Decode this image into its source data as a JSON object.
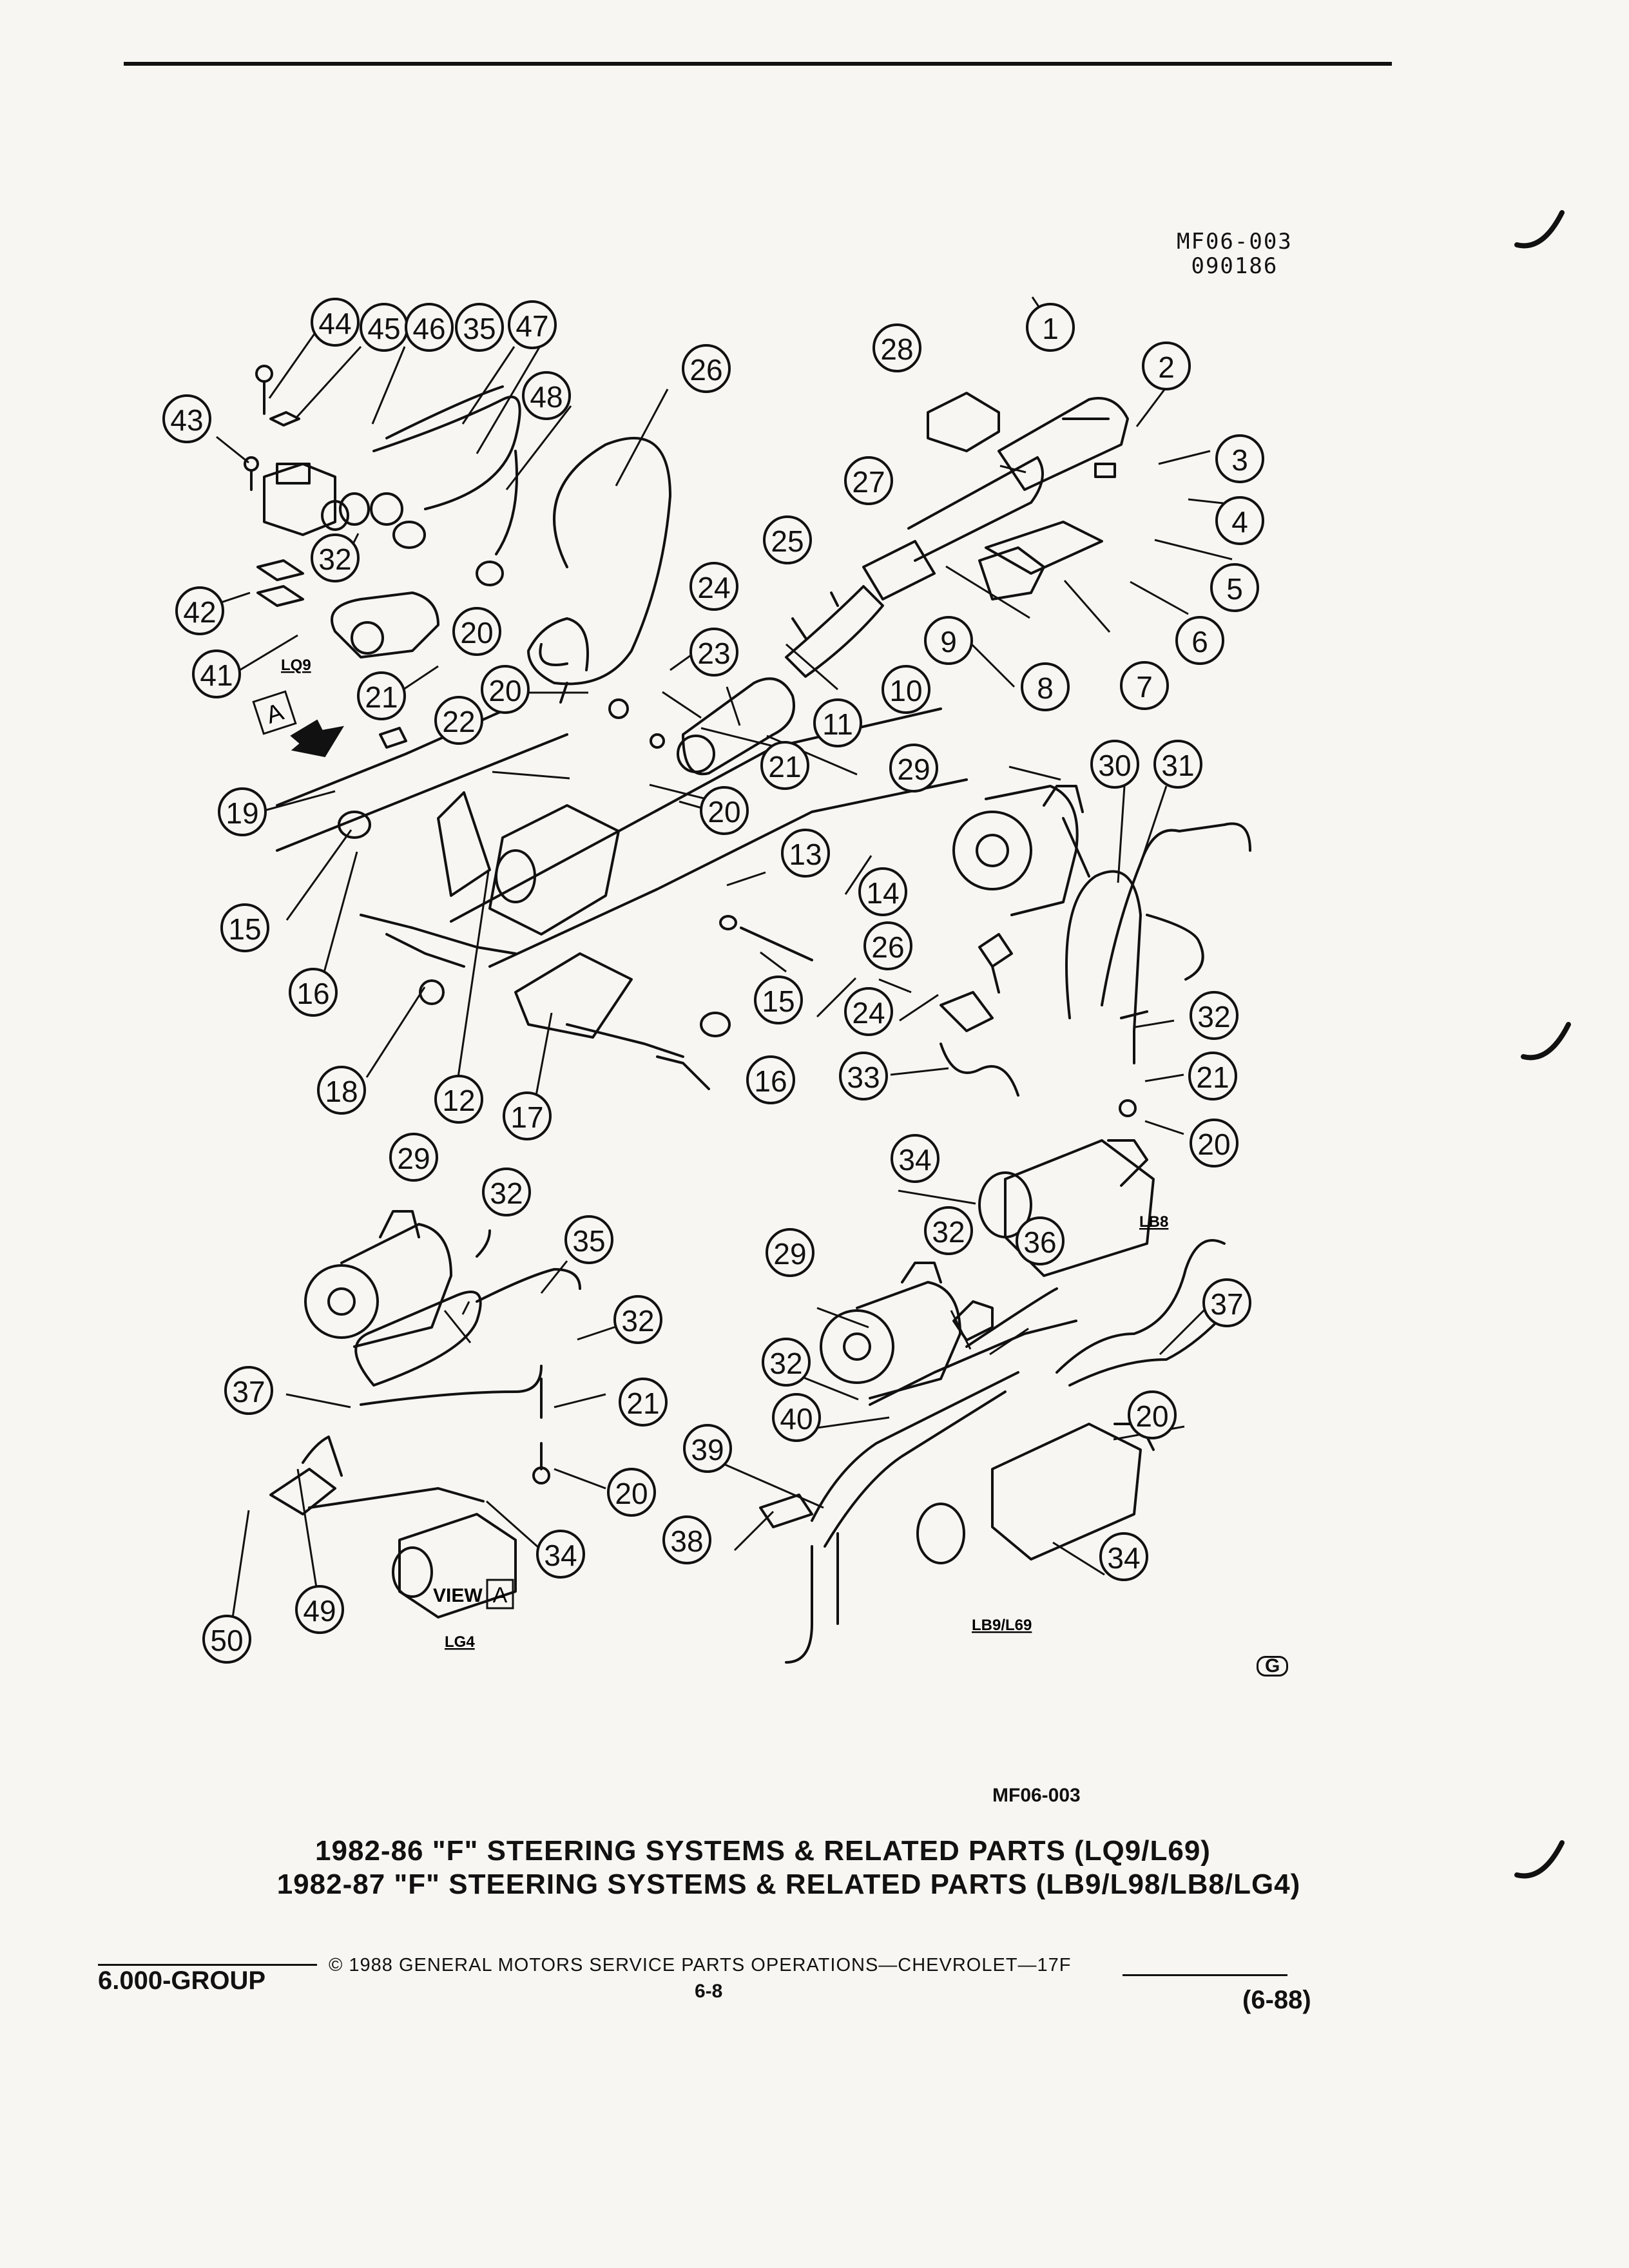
{
  "header": {
    "drawing_code": "MF06-003",
    "date_code": "090186"
  },
  "diagram": {
    "callouts": [
      "1",
      "2",
      "3",
      "4",
      "5",
      "6",
      "7",
      "8",
      "9",
      "10",
      "11",
      "12",
      "13",
      "14",
      "15",
      "16",
      "17",
      "18",
      "19",
      "20",
      "21",
      "22",
      "23",
      "24",
      "25",
      "26",
      "27",
      "28",
      "29",
      "30",
      "31",
      "32",
      "33",
      "34",
      "35",
      "36",
      "37",
      "38",
      "39",
      "40",
      "41",
      "42",
      "43",
      "44",
      "45",
      "46",
      "47",
      "48",
      "49",
      "50"
    ],
    "view_label_prefix": "VIEW",
    "view_label_letter": "A",
    "arrow_letter": "A",
    "engine_labels": [
      "LQ9",
      "LB8",
      "LG4",
      "LB9/L69"
    ]
  },
  "figure_code": "MF06-003",
  "captions": {
    "line1": "1982-86 \"F\" STEERING SYSTEMS & RELATED PARTS (LQ9/L69)",
    "line2": "1982-87 \"F\" STEERING SYSTEMS & RELATED PARTS (LB9/L98/LB8/LG4)"
  },
  "footer": {
    "group": "6.000-GROUP",
    "copyright": "© 1988 GENERAL MOTORS SERVICE PARTS OPERATIONS—CHEVROLET—17F",
    "page": "6-8",
    "revision": "(6-88)"
  },
  "logo_text": "G"
}
